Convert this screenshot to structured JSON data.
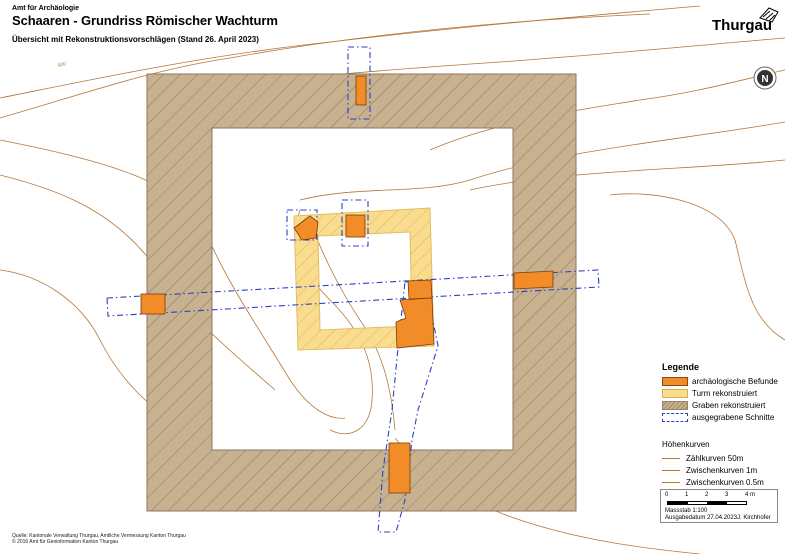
{
  "header": {
    "office": "Amt für Archäologie",
    "title": "Schaaren - Grundriss Römischer Wachturm",
    "subtitle": "Übersicht mit Rekonstruktionsvorschlägen (Stand 26. April 2023)",
    "canton": "Thurgau"
  },
  "north_arrow": {
    "label": "N",
    "icon": "north-arrow-icon"
  },
  "map": {
    "contour_label": "600",
    "colors": {
      "finds": "#f28c28",
      "tower": "#f9dc8e",
      "ditch": "#c8b18f",
      "cuts": "#2b3fc8",
      "contours": "#b5763a"
    }
  },
  "legend": {
    "title": "Legende",
    "items": [
      {
        "label": "archäologische Befunde"
      },
      {
        "label": "Turm rekonstruiert"
      },
      {
        "label": "Graben rekonstruiert"
      },
      {
        "label": "ausgegrabene Schnitte"
      }
    ]
  },
  "contours": {
    "title": "Höhenkurven",
    "items": [
      {
        "label": "Zählkurven 50m"
      },
      {
        "label": "Zwischenkurven 1m"
      },
      {
        "label": "Zwischenkurven 0.5m"
      }
    ]
  },
  "scale": {
    "ticks": [
      "0",
      "1",
      "2",
      "3",
      "4 m"
    ],
    "label": "Massstab 1:100",
    "date": "Ausgabedatum 27.04.2023",
    "author": "J. Kirchhofer"
  },
  "sources": {
    "line1": "Quelle: Kantonale Verwaltung Thurgau, Amtliche Vermessung Kanton Thurgau",
    "line2": "© 2016 Amt für Geoinformation Kanton Thurgau"
  }
}
